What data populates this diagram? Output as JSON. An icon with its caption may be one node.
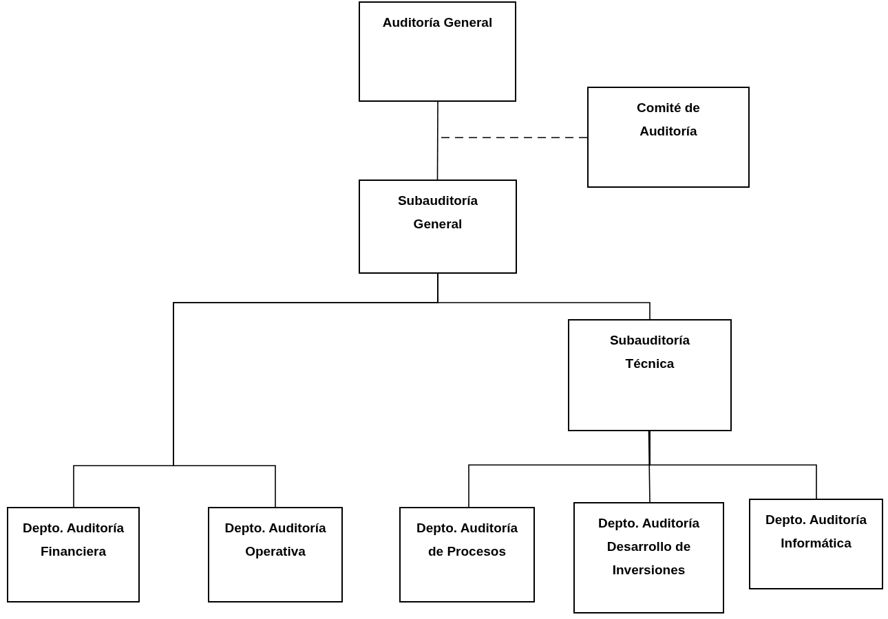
{
  "diagram": {
    "nodes": [
      {
        "text": [
          "Auditoría General"
        ]
      },
      {
        "text": [
          "Comité de Auditoría"
        ]
      },
      {
        "text": [
          "Subauditoría General"
        ]
      },
      {
        "text": [
          "Subauditoría Técnica"
        ]
      },
      {
        "text": [
          "Depto. Auditoría Financiera"
        ]
      },
      {
        "text": [
          "Depto. Auditoría Operativa"
        ]
      },
      {
        "text": [
          "Depto. Auditoría de Procesos"
        ]
      },
      {
        "text": [
          "Depto. Auditoría Desarrollo de Inversiones"
        ]
      },
      {
        "text": [
          "Depto. Auditoría Informática"
        ]
      }
    ],
    "edges": [
      {
        "from": 0,
        "to": 2,
        "arrow": "none"
      },
      {
        "from": 1,
        "to": null,
        "arrow": "none",
        "style": "dashed"
      },
      {
        "from": 2,
        "to": 4,
        "arrow": "none"
      },
      {
        "from": 2,
        "to": 5,
        "arrow": "none"
      },
      {
        "from": 2,
        "to": 3,
        "arrow": "none"
      },
      {
        "from": 3,
        "to": 6,
        "arrow": "none"
      },
      {
        "from": 3,
        "to": 7,
        "arrow": "none"
      },
      {
        "from": 3,
        "to": 8,
        "arrow": "none"
      }
    ]
  }
}
